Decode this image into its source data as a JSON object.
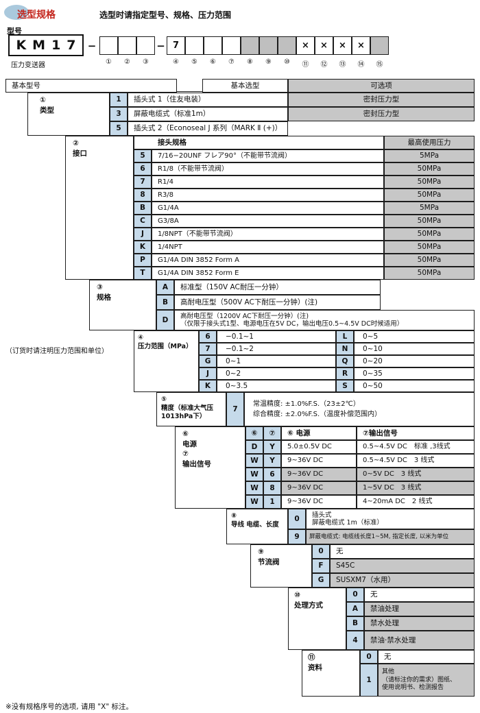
{
  "colors": {
    "accent_blue": "#c6daea",
    "option_gray": "#c7c7c7",
    "title_red": "#c4261d",
    "model_gray": "#bfbfbf"
  },
  "header": {
    "title": "选型规格",
    "subtitle": "选型时请指定型号、规格、压力范围"
  },
  "model": {
    "label": "型号",
    "base_code": "KM17",
    "base_caption": "压力变送器",
    "dash": "−",
    "boxes": [
      {
        "num": "①",
        "text": ""
      },
      {
        "num": "②",
        "text": ""
      },
      {
        "num": "③",
        "text": ""
      },
      {
        "num": "④",
        "text": "7"
      },
      {
        "num": "⑤",
        "text": ""
      },
      {
        "num": "⑥",
        "text": ""
      },
      {
        "num": "⑦",
        "text": ""
      },
      {
        "num": "⑧",
        "text": ""
      },
      {
        "num": "⑨",
        "text": ""
      },
      {
        "num": "⑩",
        "text": ""
      },
      {
        "num": "⑪",
        "text": "×"
      },
      {
        "num": "⑫",
        "text": "×"
      },
      {
        "num": "⑬",
        "text": "×"
      },
      {
        "num": "⑭",
        "text": "×"
      },
      {
        "num": "⑮",
        "text": ""
      }
    ]
  },
  "table_header": {
    "basic_model": "基本型号",
    "basic_selection": "基本选型",
    "options": "可选项"
  },
  "groups": {
    "type": {
      "num": "①",
      "label": "类型",
      "rows": [
        {
          "code": "1",
          "desc": "插头式 1（住友电装）",
          "option": "密封压力型"
        },
        {
          "code": "3",
          "desc": "屏蔽电缆式（标准1m）",
          "option": "密封压力型"
        },
        {
          "code": "5",
          "desc": "插头式 2（Econoseal J 系列（MARK Ⅱ (+)）",
          "option": ""
        }
      ]
    },
    "port": {
      "num": "②",
      "label": "接口",
      "col_spec": "接头规格",
      "col_pressure": "最高使用压力",
      "rows": [
        {
          "code": "5",
          "desc": "7/16−20UNF フレア90°（不能带节流阀）",
          "pressure": "5MPa"
        },
        {
          "code": "6",
          "desc": "R1/8（不能带节流阀）",
          "pressure": "50MPa"
        },
        {
          "code": "7",
          "desc": "R1/4",
          "pressure": "50MPa"
        },
        {
          "code": "8",
          "desc": "R3/8",
          "pressure": "50MPa"
        },
        {
          "code": "B",
          "desc": "G1/4A",
          "pressure": "5MPa"
        },
        {
          "code": "C",
          "desc": "G3/8A",
          "pressure": "50MPa"
        },
        {
          "code": "J",
          "desc": "1/8NPT（不能带节流阀）",
          "pressure": "50MPa"
        },
        {
          "code": "K",
          "desc": "1/4NPT",
          "pressure": "50MPa"
        },
        {
          "code": "P",
          "desc": "G1/4A DIN 3852 Form A",
          "pressure": "50MPa"
        },
        {
          "code": "T",
          "desc": "G1/4A DIN 3852 Form E",
          "pressure": "50MPa"
        }
      ]
    },
    "spec": {
      "num": "③",
      "label": "规格",
      "rows": [
        {
          "code": "A",
          "desc": "标准型（150V AC耐压一分钟）"
        },
        {
          "code": "B",
          "desc": "高耐电压型（500V AC下耐压一分钟）(注)"
        },
        {
          "code": "D",
          "desc": "高耐电压型（1200V AC下耐压一分钟）(注)",
          "desc2": "（仅限于接头式1型、电源电压在5V DC，输出电压0.5~4.5V DC时候适用）"
        }
      ]
    },
    "range": {
      "num": "④",
      "label": "压力范围（MPa）",
      "order_note": "（订货时请注明压力范围和单位）",
      "rows": [
        {
          "c1": "6",
          "v1": "−0.1~1",
          "c2": "L",
          "v2": "0~5"
        },
        {
          "c1": "7",
          "v1": "−0.1~2",
          "c2": "N",
          "v2": "0~10"
        },
        {
          "c1": "G",
          "v1": "0~1",
          "c2": "Q",
          "v2": "0~20"
        },
        {
          "c1": "J",
          "v1": "0~2",
          "c2": "R",
          "v2": "0~35"
        },
        {
          "c1": "K",
          "v1": "0~3.5",
          "c2": "S",
          "v2": "0~50"
        }
      ]
    },
    "accuracy": {
      "num": "⑤",
      "label": "精度（标准大气压1013hPa下）",
      "code": "7",
      "line1": "常温精度: ±1.0%F.S.（23±2℃）",
      "line2": "综合精度: ±2.0%F.S.（温度补偿范围内）"
    },
    "power_output": {
      "num_power": "⑥",
      "label_power": "电源",
      "num_output": "⑦",
      "label_output": "输出信号",
      "h1": "⑥",
      "h2": "⑦",
      "h3": "⑥ 电源",
      "h4": "⑦输出信号",
      "rows": [
        {
          "c1": "D",
          "c2": "Y",
          "power": "5.0±0.5V DC",
          "output": "0.5~4.5V DC　标准 ,3线式"
        },
        {
          "c1": "W",
          "c2": "Y",
          "power": "9~36V DC",
          "output": "0.5~4.5V DC　3 线式"
        },
        {
          "c1": "W",
          "c2": "6",
          "power": "9~36V DC",
          "output": "0~5V DC　3 线式"
        },
        {
          "c1": "W",
          "c2": "8",
          "power": "9~36V DC",
          "output": "1~5V DC　3 线式"
        },
        {
          "c1": "W",
          "c2": "1",
          "power": "9~36V DC",
          "output": "4~20mA DC　2 线式"
        }
      ]
    },
    "cable": {
      "num": "⑧",
      "label": "导线 电缆、长度",
      "row0_code": "0",
      "row0_line1": "插头式",
      "row0_line2": "屏蔽电缆式 1m（标准）",
      "row1_code": "9",
      "row1_desc": "屏蔽电缆式: 电缆线长度1~5M, 指定长度, 以米为单位"
    },
    "throttle": {
      "num": "⑨",
      "label": "节流阀",
      "rows": [
        {
          "code": "0",
          "desc": "无"
        },
        {
          "code": "F",
          "desc": "S45C"
        },
        {
          "code": "G",
          "desc": "SUSXM7（水用）"
        }
      ]
    },
    "treatment": {
      "num": "⑩",
      "label": "处理方式",
      "rows": [
        {
          "code": "0",
          "desc": "无"
        },
        {
          "code": "A",
          "desc": "禁油处理"
        },
        {
          "code": "B",
          "desc": "禁水处理"
        },
        {
          "code": "4",
          "desc": "禁油·禁水处理"
        }
      ]
    },
    "docs": {
      "num": "⑪",
      "label": "资料",
      "row0_code": "0",
      "row0_desc": "无",
      "row1_code": "1",
      "row1_line1": "其他",
      "row1_line2": "（请标注你的需求）图纸、",
      "row1_line3": "使用说明书、检测报告"
    }
  },
  "bottom_note": "※没有规格序号的选项, 请用 \"X\" 标注。"
}
